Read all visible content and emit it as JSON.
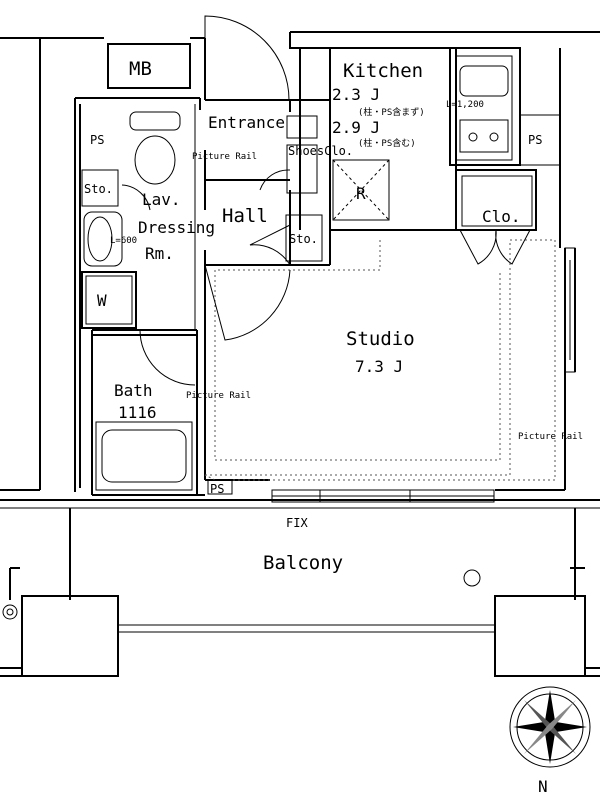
{
  "rooms": {
    "mb": "MB",
    "kitchen": "Kitchen",
    "kitchen_area_1": "2.3 J",
    "kitchen_note_1": "(柱・PS含まず)",
    "kitchen_area_2": "2.9 J",
    "kitchen_note_2": "(柱・PS含む)",
    "kitchen_length": "L=1,200",
    "entrance": "Entrance",
    "shoes_clo": "ShoesClo.",
    "fridge": "R",
    "hall": "Hall",
    "sto_hall": "Sto.",
    "sto_lav": "Sto.",
    "lav_1": "Lav.",
    "lav_2": "Dressing",
    "lav_3": "Rm.",
    "basin_length": "L=600",
    "washer": "W",
    "bath": "Bath",
    "bath_size": "1116",
    "studio": "Studio",
    "studio_area": "7.3 J",
    "closet": "Clo.",
    "balcony": "Balcony",
    "fix": "FIX",
    "ps_top_left": "PS",
    "ps_kitchen": "PS",
    "ps_bottom": "PS",
    "picture_rail_1": "Picture Rail",
    "picture_rail_2": "Picture Rail",
    "picture_rail_3": "Picture Rail"
  },
  "compass": {
    "north": "N"
  }
}
